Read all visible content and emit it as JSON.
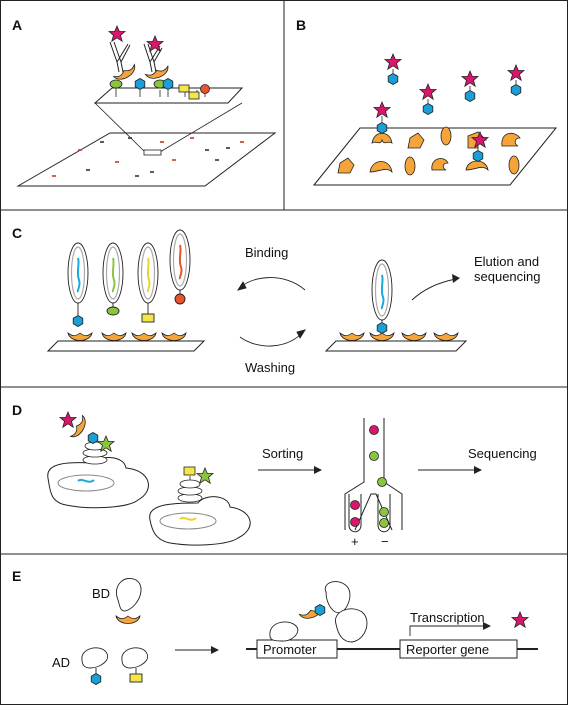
{
  "panels": {
    "a": {
      "letter": "A"
    },
    "b": {
      "letter": "B"
    },
    "c": {
      "letter": "C",
      "binding": "Binding",
      "washing": "Washing",
      "elution_line1": "Elution and",
      "elution_line2": "sequencing"
    },
    "d": {
      "letter": "D",
      "sorting": "Sorting",
      "sequencing": "Sequencing",
      "plus": "+",
      "minus": "−"
    },
    "e": {
      "letter": "E",
      "bd": "BD",
      "ad": "AD",
      "promoter": "Promoter",
      "transcription": "Transcription",
      "reporter": "Reporter gene"
    }
  },
  "colors": {
    "protein": "#F5A43A",
    "star": "#D8166B",
    "hexagon": "#1A9FD8",
    "green": "#8BC53F",
    "yellow": "#F4E54A",
    "red": "#E8542C",
    "dna_blue": "#1AA9D8",
    "dna_green": "#8BC53F",
    "dna_yellow": "#E8D52A",
    "dna_red": "#E8542C"
  }
}
